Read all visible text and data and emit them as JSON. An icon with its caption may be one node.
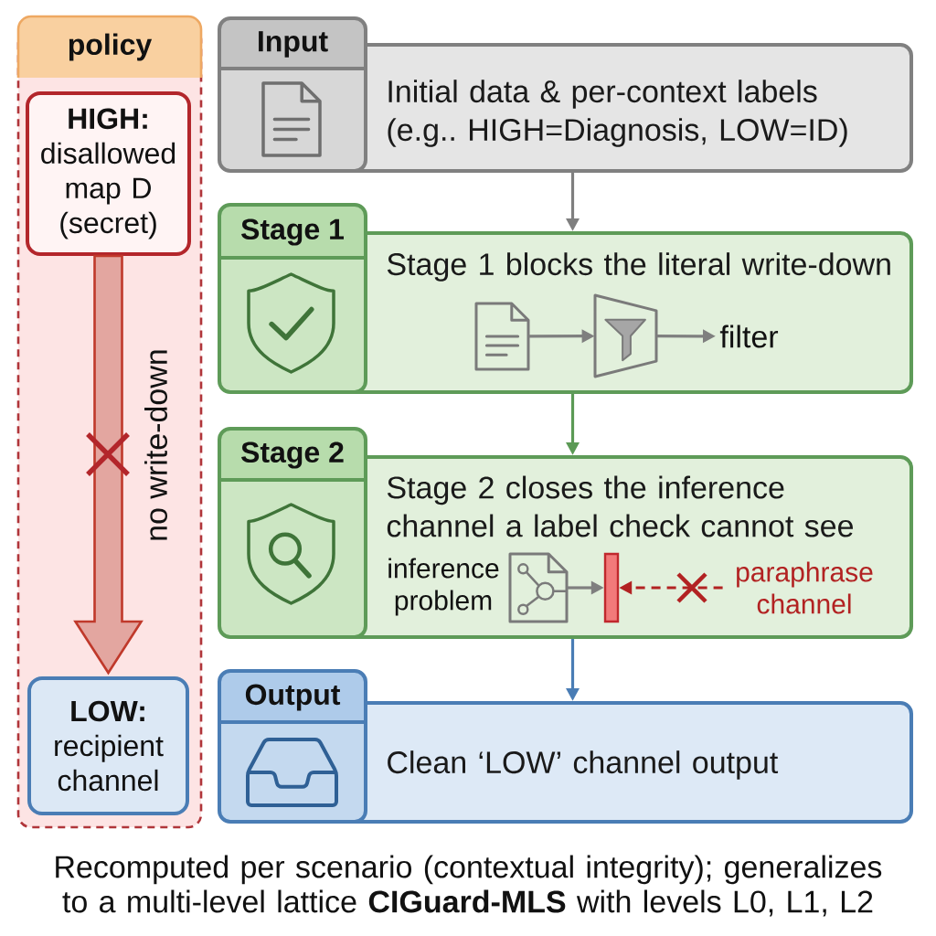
{
  "diagram": {
    "caption": "Recomputed per scenario (contextual integrity); generalizes to a multi-level lattice **CIGuard-MLS** with levels L0, L1, L2",
    "nodes": [
      {
        "text": [
          "policy"
        ]
      },
      {
        "text": [
          "HIGH:",
          "disallowed map D (secret)"
        ],
        "in": 0
      },
      {
        "text": [
          "LOW:",
          "recipient channel"
        ],
        "in": 0
      },
      {
        "text": [
          "Input",
          "Initial data & per-context labels (e.g.. HIGH=Diagnosis, LOW=ID)"
        ]
      },
      {
        "text": [
          "Stage 1",
          "Stage 1 blocks the literal write-down"
        ]
      },
      {
        "text": [],
        "shape": "picture",
        "in": 4
      },
      {
        "text": [],
        "shape": "picture",
        "in": 4
      },
      {
        "text": [
          "filter"
        ],
        "in": 4
      },
      {
        "text": [
          "Stage 2",
          "Stage 2 closes the inference channel a label check cannot see"
        ]
      },
      {
        "text": [],
        "shape": "picture",
        "in": 8,
        "beside": [
          "inference problem"
        ]
      },
      {
        "text": [],
        "shape": "bar",
        "in": 8
      },
      {
        "text": [
          "paraphrase channel"
        ],
        "in": 8
      },
      {
        "text": [
          "Output",
          "Clean ‘LOW’ channel output"
        ]
      }
    ],
    "edges": [
      {
        "from": 1,
        "to": 2,
        "arrow": "to",
        "label": "no write-down",
        "style": "thick",
        "color": "#c0392b"
      },
      {
        "from": 3,
        "to": 4,
        "arrow": "to"
      },
      {
        "from": 4,
        "to": 8,
        "arrow": "to",
        "color": "#5b9a55"
      },
      {
        "from": 8,
        "to": 12,
        "arrow": "to",
        "color": "#4a7db5"
      },
      {
        "from": 5,
        "to": 6,
        "arrow": "to"
      },
      {
        "from": 6,
        "to": 7,
        "arrow": "to"
      },
      {
        "from": 9,
        "to": 10,
        "arrow": "to"
      },
      {
        "from": 11,
        "to": 10,
        "arrow": "to",
        "style": "dashed",
        "color": "#b22222"
      }
    ]
  }
}
